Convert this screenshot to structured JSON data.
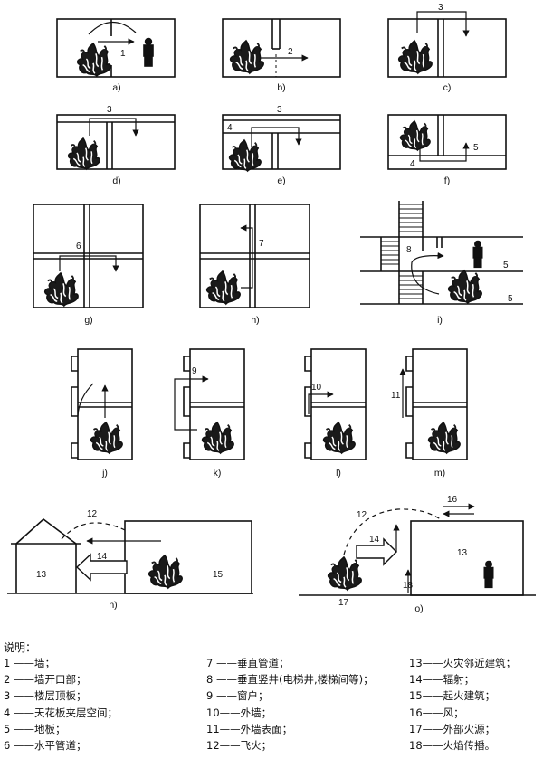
{
  "panels": [
    "a)",
    "b)",
    "c)",
    "d)",
    "e)",
    "f)",
    "g)",
    "h)",
    "i)",
    "j)",
    "k)",
    "l)",
    "m)",
    "n)",
    "o)"
  ],
  "numbers": {
    "a": "1",
    "b": "2",
    "c": "3",
    "d": "3",
    "e3": "3",
    "e4": "4",
    "f5": "5",
    "f4": "4",
    "g": "6",
    "h": "7",
    "i8": "8",
    "i5a": "5",
    "i5b": "5",
    "k": "9",
    "l": "10",
    "m": "11",
    "n12": "12",
    "n13": "13",
    "n14": "14",
    "n15": "15",
    "o12": "12",
    "o13": "13",
    "o14": "14",
    "o16": "16",
    "o17": "17",
    "o18": "18"
  },
  "legend": {
    "title": "说明：",
    "col1": [
      "1 ——墙；",
      "2 ——墙开口部；",
      "3 ——楼层顶板；",
      "4 ——天花板夹层空间；",
      "5 ——地板；",
      "6 ——水平管道；"
    ],
    "col2": [
      "7 ——垂直管道；",
      "8 ——垂直竖井(电梯井,楼梯间等)；",
      "9 ——窗户；",
      "10——外墙；",
      "11——外墙表面；",
      "12——飞火；"
    ],
    "col3": [
      "13——火灾邻近建筑；",
      "14——辐射；",
      "15——起火建筑；",
      "16——风；",
      "17——外部火源；",
      "18——火焰传播。"
    ]
  },
  "icons": [
    "flame-icon",
    "person-icon",
    "arrow-icon",
    "stair-icon"
  ]
}
